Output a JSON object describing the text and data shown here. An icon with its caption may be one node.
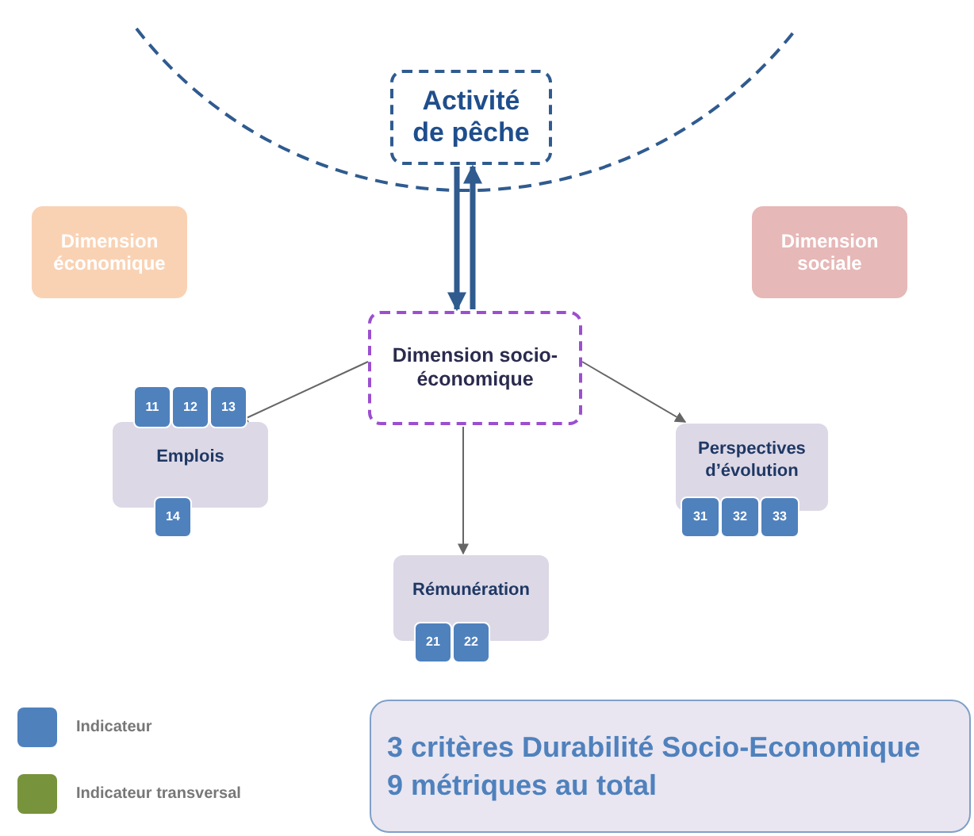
{
  "diagram": {
    "nodes": [
      {
        "text": [
          "Activité de pêche"
        ]
      },
      {
        "text": [
          "Dimension économique"
        ]
      },
      {
        "text": [
          "Dimension sociale"
        ]
      },
      {
        "text": [
          "Dimension socio-économique"
        ]
      },
      {
        "text": [
          "11"
        ]
      },
      {
        "text": [
          "12"
        ]
      },
      {
        "text": [
          "13"
        ]
      },
      {
        "text": [
          "Emplois"
        ]
      },
      {
        "text": [
          "14"
        ]
      },
      {
        "text": [
          "Perspectives d’évolution"
        ]
      },
      {
        "text": [
          "31"
        ]
      },
      {
        "text": [
          "32"
        ]
      },
      {
        "text": [
          "33"
        ]
      },
      {
        "text": [
          "Rémunération"
        ]
      },
      {
        "text": [
          "21"
        ]
      },
      {
        "text": [
          "22"
        ]
      },
      {
        "text": [
          "3 critères Durabilité Socio-Economique",
          "9 métriques au total"
        ]
      }
    ],
    "edges": [
      {
        "from": 0,
        "to": 3,
        "arrow": "to",
        "style": "thick",
        "color": "#2f5b8f"
      },
      {
        "from": 3,
        "to": 0,
        "arrow": "to",
        "style": "thick",
        "color": "#2f5b8f"
      },
      {
        "from": 3,
        "to": 7,
        "arrow": "to"
      },
      {
        "from": 3,
        "to": 13,
        "arrow": "to"
      },
      {
        "from": 3,
        "to": 9,
        "arrow": "to"
      }
    ],
    "legend": [
      {
        "text": "Indicateur",
        "color": "#4f81bd"
      },
      {
        "text": "Indicateur transversal",
        "color": "#77933c"
      }
    ]
  }
}
